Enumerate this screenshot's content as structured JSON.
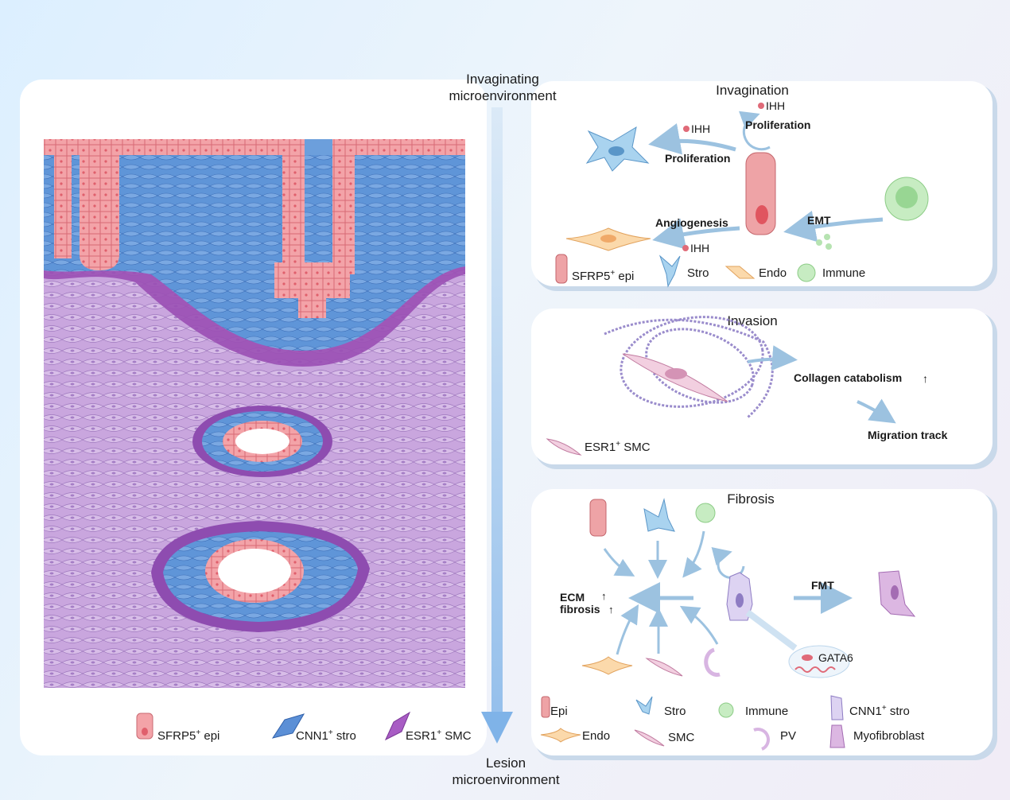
{
  "center_axis": {
    "top_label_line1": "Invaginating",
    "top_label_line2": "microenvironment",
    "bottom_label_line1": "Lesion",
    "bottom_label_line2": "microenvironment"
  },
  "left_panel": {
    "legend": [
      {
        "base": "SFRP5",
        "sup": "+",
        "rest": " epi"
      },
      {
        "base": "CNN1",
        "sup": "+",
        "rest": " stro"
      },
      {
        "base": "ESR1",
        "sup": "+",
        "rest": " SMC"
      }
    ]
  },
  "invagination_panel": {
    "title": "Invagination",
    "ihh_top": "IHH",
    "proliferation_self": "Proliferation",
    "ihh_left": "IHH",
    "proliferation_stro": "Proliferation",
    "angiogenesis": "Angiogenesis",
    "ihh_bottom": "IHH",
    "emt": "EMT",
    "legend": [
      {
        "base": "SFRP5",
        "sup": "+",
        "rest": " epi"
      },
      {
        "base": "Stro",
        "sup": "",
        "rest": ""
      },
      {
        "base": "Endo",
        "sup": "",
        "rest": ""
      },
      {
        "base": "Immune",
        "sup": "",
        "rest": ""
      }
    ]
  },
  "invasion_panel": {
    "title": "Invasion",
    "collagen": "Collagen catabolism",
    "migration": "Migration track",
    "legend": {
      "base": "ESR1",
      "sup": "+",
      "rest": " SMC"
    }
  },
  "fibrosis_panel": {
    "title": "Fibrosis",
    "ecm_line1": "ECM",
    "ecm_line2": "fibrosis",
    "fmt": "FMT",
    "gata6": "GATA6",
    "legend": [
      {
        "base": "Epi",
        "sup": "",
        "rest": ""
      },
      {
        "base": "Stro",
        "sup": "",
        "rest": ""
      },
      {
        "base": "Immune",
        "sup": "",
        "rest": ""
      },
      {
        "base": "CNN1",
        "sup": "+",
        "rest": " stro"
      },
      {
        "base": "Endo",
        "sup": "",
        "rest": ""
      },
      {
        "base": "SMC",
        "sup": "",
        "rest": ""
      },
      {
        "base": "PV",
        "sup": "",
        "rest": ""
      },
      {
        "base": "Myofibroblast",
        "sup": "",
        "rest": ""
      }
    ]
  },
  "colors": {
    "epi": "#f08a92",
    "stroma": "#5b8fd6",
    "smc": "#b88ad6",
    "immune": "#9ed69a",
    "endo": "#f5c48a",
    "arrow": "#9cc2e0"
  }
}
